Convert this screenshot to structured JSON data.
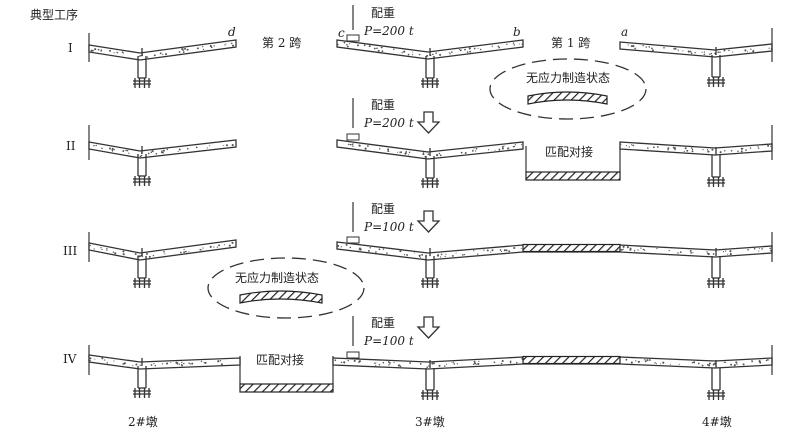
{
  "header": "典型工序",
  "stages": [
    "I",
    "II",
    "III",
    "IV"
  ],
  "span_labels": {
    "span2": "第 2 跨",
    "span1": "第 1 跨"
  },
  "point_labels": {
    "a": "a",
    "b": "b",
    "c": "c",
    "d": "d"
  },
  "counterweight": {
    "label": "配重",
    "stage_I": "P=200 t",
    "stage_II": "P=200 t",
    "stage_III": "P=100 t",
    "stage_IV": "P=100 t"
  },
  "stress_free_state": "无应力制造状态",
  "match_joint": "匹配对接",
  "piers": [
    "2#墩",
    "3#墩",
    "4#墩"
  ]
}
